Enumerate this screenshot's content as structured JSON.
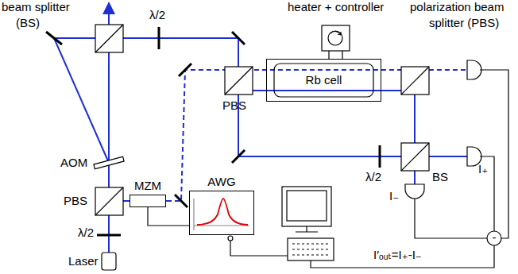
{
  "diagram": {
    "nodes": [
      {
        "text": [
          "Rb cell"
        ]
      },
      {
        "text": [
          "MZM"
        ]
      },
      {
        "text": [
          "AWG"
        ]
      }
    ],
    "edges": [
      {
        "from": 1,
        "to": 2,
        "arrow": "none"
      }
    ],
    "labels": [
      "beam splitter",
      "(BS)",
      "λ/2",
      "heater + controller",
      "polarization beam",
      "splitter (PBS)",
      "PBS",
      "AOM",
      "PBS",
      "λ/2",
      "Laser",
      "λ/2",
      "BS",
      "I₊",
      "I₋",
      "I′ₒᵤₜ=I₊-I₋",
      "-"
    ]
  }
}
